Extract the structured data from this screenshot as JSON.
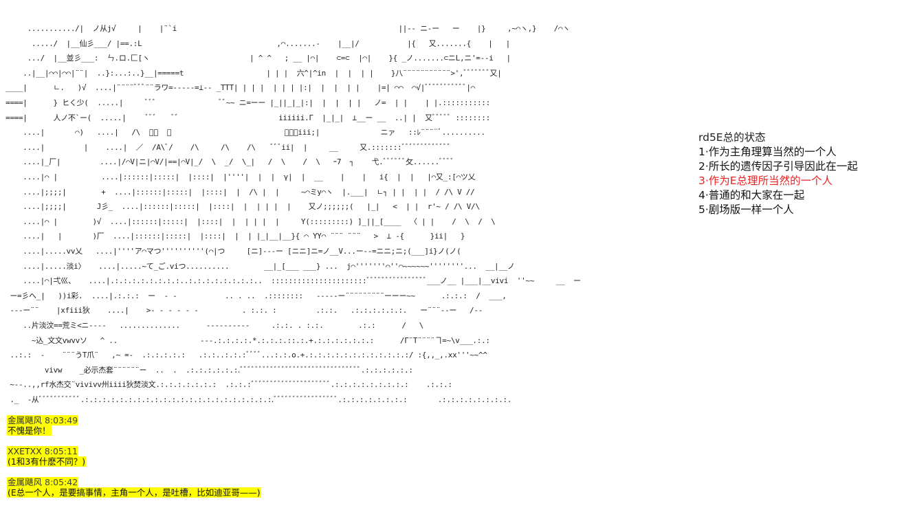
{
  "art": {
    "lines": [
      "     .........../|  ノ从j√     |    |¨`i                                                   ||-- ニ-ー   ー    |}     ,~⌒ヽ,}    /⌒ヽ",
      "      ...../  |__仙彡___/ |==.:L                               ,⌒.......-    |__|/           |{   又.......{    |   |",
      "     .../  |__並彡___:  ㄣ.ロ.匚[ヽ                       | ^ ^   ; __ |⌒|    ⊂=⊂  |⌒|    }{ _ノ.......⊂ニL,ニ'=--i   |",
      "    ..|__|⌒⌒|⌒⌒|¨¨|  ..}:...:..}__|=====t                   | | |  六^|^in  |  |  | |    }八¨¨¨¨¨¨¨¨¨¨¨>',ﾞﾞﾞﾞﾞﾞﾞ又|",
      "____|      ㄴ.   )√  ....|¨¨¨¨ﾞﾞﾞ¨¨ラワ=-----=⊥-- _TTT| | | |  | | | |:|  |  |  | |    |=| ⌒⌒  ⌒√|ﾞﾞﾞﾞﾞﾞﾞﾞﾞﾞﾞ|⌒",
      "====|      } ヒく少(  .....|     ﾞﾞﾞ               ﾞﾞ~~ ニ=ーー |_||_|_|:|  |  |  | |   ノ=  | |    | |.:::::::::::",
      "====|      人ノ不`ー(  .....|     ﾞﾞﾞ    ﾞﾞ                       iiiiii.Γ  |_|_|  ⊥__ー __  ..| |  又ﾞﾞﾞﾞﾞ ::::::::",
      "    ....|       ⌒)   ....|   /\\  ﾞﾞ  ﾞ                          ﾞﾞﾞiii;|              ニァ   ::ﾚ¨¨¨¨ﾞ..........",
      "    ....|         |    ....|  ／  /A\\ﾞ/    /\\     /\\    /\\    ﾞﾞﾞii|  |     __     又.:::::::ﾞﾞﾞﾞﾞﾞﾞﾞﾞﾞﾞﾞﾞ",
      "    ....|_厂|         ....|/⌒V|ニ|⌒V/|==|⌒V|_/  \\  _/  \\_|   /  \\    /  \\   ｰ7  ┐    弋.ﾞﾞﾞﾞﾞﾞ攵......ﾞﾞﾞﾞ",
      "    ....|⌒ |          ....|::::::|:::::|  |::::|  |''''|  |  |  γ|  |  __    |    |   i{  |  |   |⌒又_:[⌒ツ乂",
      "    ....|;;;;|        +  ....|::::::|:::::|  |::::|  |  /\\ |  |     ~⌒ミy⌒ヽ  |.___|  ㄴ┐ | |  | |  / /\\ V //",
      "    ....|;;;;|       J彡_  ....|::::::|:::::|  |::::|  |  | | |  |    又ノ;;;;;;(   |_|   <  | |  r'~ / /\\ V/\\",
      "    ....|⌒ |        )√  ....|::::::|:::::|  |::::|  |  | | |  |     Y(:::::::::) ]_||_[____  〈 | |    /  \\  /  \\",
      "    ....|   |       )厂  ....|::::::|:::::|  |::::|  |  | |_|__|__}{ ⌒ YY⌒ ¨¨¨ ¨¨¨   >  ⊥ -{      }ii|   }",
      "    ....|.....vv乂   ....|''''ア⌒マつ''''''''''(⌒|つ     [ニ]---ー [ニニ]ニ=ノ__V...ー--=ニニ;ニ;(___]i}ノ(ノ(",
      "    ....|.....淡i〉   ....|.....~て_ご.viつ..........        __|_[___ ___} ...  j⌒'''''''⌒''⌒~~~~~~''''''''...  __|__ノ",
      "    ....|⌒|弌巛、   ....|.:.:.:.:.:.:.:.:..:.:.:.:.:.:.:.:..  ::::::::::::::::::::::ﾞﾞﾞﾞﾞﾞﾞﾞﾞﾞﾞﾞﾞﾞﾞﾞ___ノ__ |___|__vivi  ''~~     __  ー",
      " ー=彡へ_|   ))i彩.  ....|.:.:.:  ー  - -           .. . ..  .::::::::   -----ー¨¨¨¨¨¨¨¨¨ーーー~~      .:.:.:  /  ___,",
      " ---ー¨¨    |xfiii狄    ....|    >- - - - - -          . :.:. :         .:.:.   .:.:.:.:.:.:.   ー¨¨¨--ー   /--",
      "    ..片淡汶==荒ミ<ニ----   ..............      ----------     .:.:. . :.:.        .:.:      /   \\",
      "      ~込_文文vwvvソ   ^ ..                   ---.:.:.:.:.*.:.:.:.::.:.+.:.:.:.:.:.:.:      /Γ¨T¨¨¨¨ヿ=~\\v___.:.:",
      " ..:.:  -    ¨¨¨うT爪¨   ,~ =-  .:.:.:.:.:   .:.:..:.:.:ﾞﾞﾞﾞ...:.:.o.+.:.:.:.:.:.:.:.:.:.:.:.:/ :{,,_,.xx'''~~^^",
      "         vivw    _必示杰套¨¨¨¨¨¨ー  ..  .  .:.:.:.:.:.:.ﾞﾞﾞﾞﾞﾞﾞﾞﾞﾞﾞﾞﾞﾞﾞﾞﾞﾞﾞﾞﾞﾞﾞﾞﾞﾞﾞﾞﾞﾞﾞﾞ.:.:.:.:.:.:",
      " ~--..,,rf水杰交¨vivivv州iiii狄焚淡文.:.:.:.:.:.:.:  .:.:.:ﾞﾞﾞﾞﾞﾞﾞﾞﾞﾞﾞﾞﾞﾞﾞﾞﾞﾞﾞﾞﾞ.:.:.:.:.:.:.:.:.:    .:.:.:",
      " ._  -从ﾞﾞﾞﾞﾞﾞﾞﾞﾞﾞﾞ.:.:.:.:.:.:.:.:.:.:.:.:.:.:.:.:.:.:.:.:.:.:.ﾞﾞﾞﾞﾞﾞﾞﾞﾞﾞﾞﾞﾞﾞﾞﾞﾞ.:.:.:.:.:.:.:.:       .:.:.:.:.:.:.:.:."
    ]
  },
  "menu": {
    "title": "rd5E总的状态",
    "options": [
      {
        "text": "1·作为主角理算当然的一个人",
        "selected": false
      },
      {
        "text": "2·所长的遗传因子引导因此在一起",
        "selected": false
      },
      {
        "text": "3·作为E总理所当然的一个人",
        "selected": true
      },
      {
        "text": "4·普通的和大家在一起",
        "selected": false
      },
      {
        "text": "5·剧场版一样一个人",
        "selected": false
      }
    ],
    "selected_color": "#e82020"
  },
  "chat": [
    {
      "user": "金属飓风",
      "time": "8:03:49",
      "text": "不愧是你！"
    },
    {
      "user": "XXETXX",
      "time": "8:05:11",
      "text": "(1和3有什麽不同？)"
    },
    {
      "user": "金属飓风",
      "time": "8:05:42",
      "text": "(E总一个人，是要搞事情，主角一个人，是吐槽，比如迪亚哥——)"
    }
  ],
  "colors": {
    "highlight": "#ffff00",
    "background": "#ffffff"
  }
}
